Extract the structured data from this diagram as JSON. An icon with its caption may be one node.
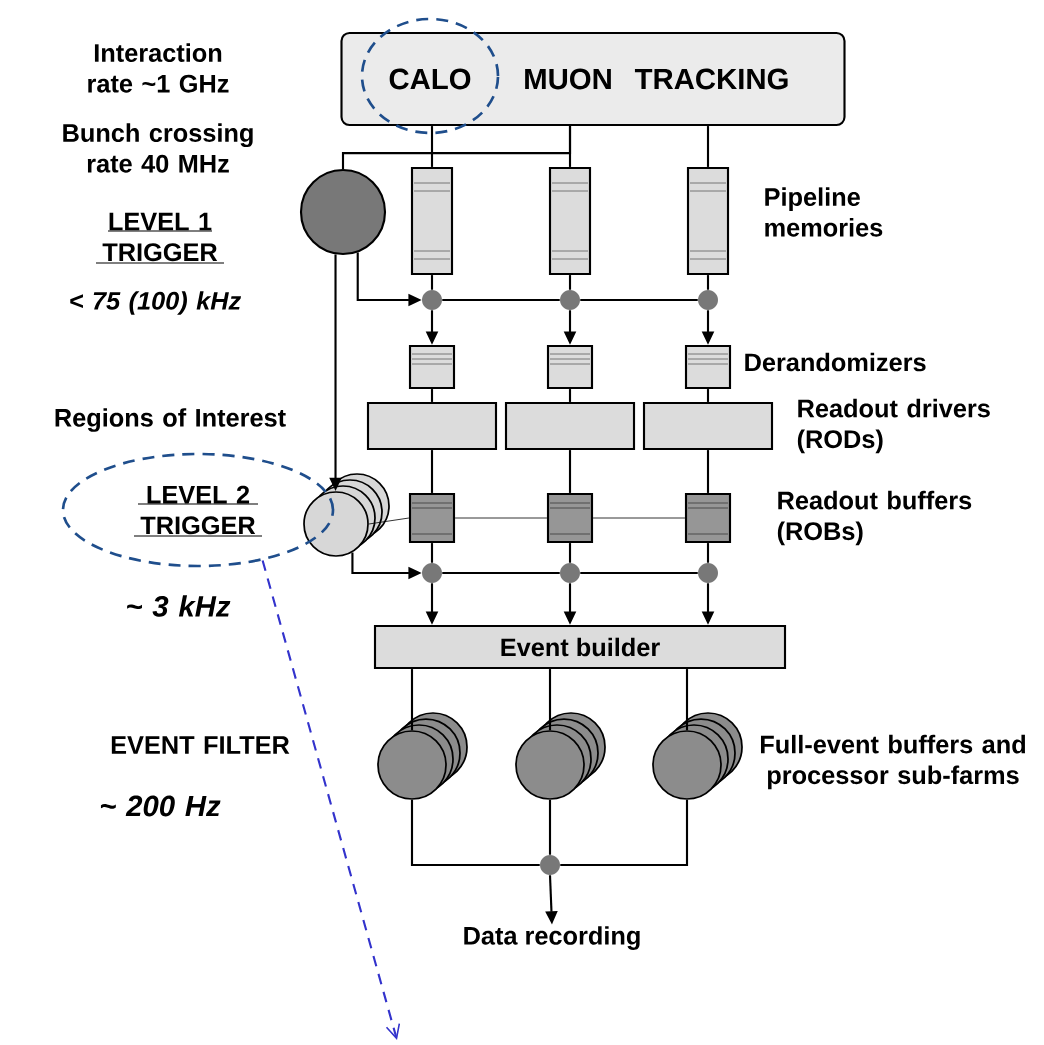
{
  "diagram": {
    "nodes": [
      {
        "text": [
          "CALO",
          "MUON",
          "TRACKING"
        ]
      },
      {
        "text": [],
        "shape": "circle"
      },
      {
        "text": [],
        "shape": "bar"
      },
      {
        "text": [],
        "shape": "bar"
      },
      {
        "text": [],
        "shape": "bar"
      },
      {
        "text": [],
        "shape": "circle"
      },
      {
        "text": [],
        "shape": "circle"
      },
      {
        "text": [],
        "shape": "circle"
      },
      {
        "text": [],
        "shape": "box"
      },
      {
        "text": [],
        "shape": "box"
      },
      {
        "text": [],
        "shape": "box"
      },
      {
        "text": [],
        "shape": "box"
      },
      {
        "text": [],
        "shape": "box"
      },
      {
        "text": [],
        "shape": "box"
      },
      {
        "text": [],
        "shape": "box"
      },
      {
        "text": [],
        "shape": "box"
      },
      {
        "text": [],
        "shape": "box"
      },
      {
        "text": [],
        "shape": "cylinder"
      },
      {
        "text": [],
        "shape": "circle"
      },
      {
        "text": [],
        "shape": "circle"
      },
      {
        "text": [],
        "shape": "circle"
      },
      {
        "text": [
          "Event builder"
        ]
      },
      {
        "text": [],
        "shape": "cylinder"
      },
      {
        "text": [],
        "shape": "cylinder"
      },
      {
        "text": [],
        "shape": "cylinder"
      },
      {
        "text": [],
        "shape": "circle"
      },
      {
        "text": [
          "Data recording"
        ]
      },
      {
        "text": [
          "LEVEL 2 TRIGGER"
        ]
      }
    ],
    "edges": [
      {
        "from": 0,
        "to": 2,
        "arrow": "none"
      },
      {
        "from": 0,
        "to": 3,
        "arrow": "none"
      },
      {
        "from": 0,
        "to": 4,
        "arrow": "none"
      },
      {
        "from": 0,
        "to": 1,
        "arrow": "none"
      },
      {
        "from": 2,
        "to": 5,
        "arrow": "none"
      },
      {
        "from": 3,
        "to": 6,
        "arrow": "none"
      },
      {
        "from": 4,
        "to": 7,
        "arrow": "none"
      },
      {
        "from": 1,
        "to": 5,
        "arrow": "to"
      },
      {
        "from": 5,
        "to": 6,
        "arrow": "none"
      },
      {
        "from": 6,
        "to": 7,
        "arrow": "none"
      },
      {
        "from": 5,
        "to": 8,
        "arrow": "to"
      },
      {
        "from": 6,
        "to": 9,
        "arrow": "to"
      },
      {
        "from": 7,
        "to": 10,
        "arrow": "to"
      },
      {
        "from": 8,
        "to": 11,
        "arrow": "none"
      },
      {
        "from": 9,
        "to": 12,
        "arrow": "none"
      },
      {
        "from": 10,
        "to": 13,
        "arrow": "none"
      },
      {
        "from": 11,
        "to": 14,
        "arrow": "none"
      },
      {
        "from": 12,
        "to": 15,
        "arrow": "none"
      },
      {
        "from": 13,
        "to": 16,
        "arrow": "none"
      },
      {
        "from": 1,
        "to": 17,
        "arrow": "to"
      },
      {
        "from": 17,
        "to": 14,
        "arrow": "none"
      },
      {
        "from": 14,
        "to": 15,
        "arrow": "none"
      },
      {
        "from": 15,
        "to": 16,
        "arrow": "none"
      },
      {
        "from": 14,
        "to": 18,
        "arrow": "none"
      },
      {
        "from": 15,
        "to": 19,
        "arrow": "none"
      },
      {
        "from": 16,
        "to": 20,
        "arrow": "none"
      },
      {
        "from": 17,
        "to": 18,
        "arrow": "to"
      },
      {
        "from": 18,
        "to": 19,
        "arrow": "none"
      },
      {
        "from": 19,
        "to": 20,
        "arrow": "none"
      },
      {
        "from": 18,
        "to": 21,
        "arrow": "to"
      },
      {
        "from": 19,
        "to": 21,
        "arrow": "to"
      },
      {
        "from": 20,
        "to": 21,
        "arrow": "to"
      },
      {
        "from": 21,
        "to": 22,
        "arrow": "none"
      },
      {
        "from": 21,
        "to": 23,
        "arrow": "none"
      },
      {
        "from": 21,
        "to": 24,
        "arrow": "none"
      },
      {
        "from": 22,
        "to": 25,
        "arrow": "none"
      },
      {
        "from": 23,
        "to": 25,
        "arrow": "none"
      },
      {
        "from": 24,
        "to": 25,
        "arrow": "none"
      },
      {
        "from": 25,
        "to": 26,
        "arrow": "to"
      },
      {
        "from": 27,
        "to": null,
        "arrow": "to",
        "style": "dashed",
        "color": "#3333cc"
      }
    ],
    "labels": [
      "Interaction rate ~1 GHz",
      "Bunch crossing rate 40 MHz",
      "LEVEL 1 TRIGGER",
      "< 75 (100) kHz",
      "Pipeline memories",
      "Derandomizers",
      "Regions of Interest",
      "Readout drivers (RODs)",
      "Readout buffers (ROBs)",
      "~ 3 kHz",
      "EVENT FILTER",
      "Full-event buffers and processor sub-farms",
      "~ 200 Hz"
    ]
  }
}
